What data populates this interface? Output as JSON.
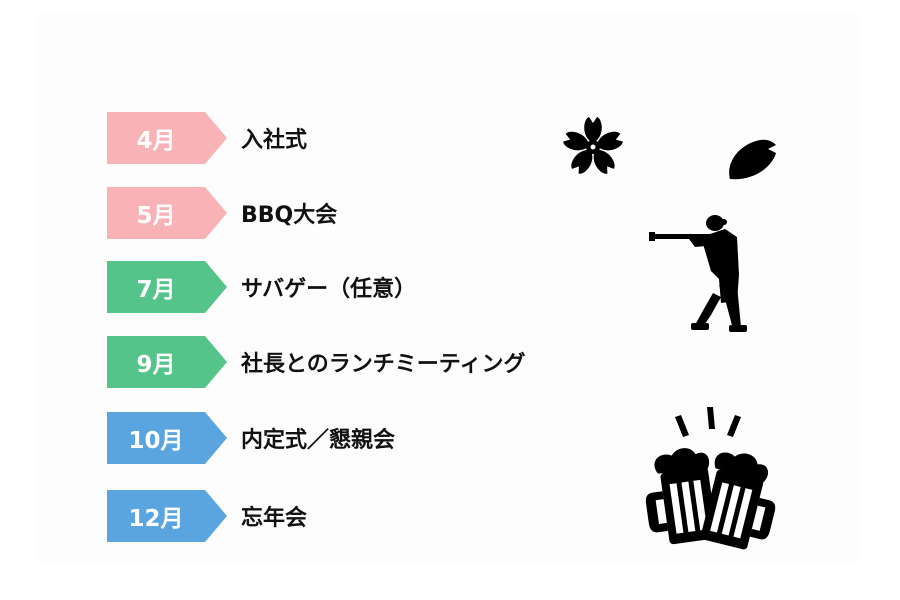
{
  "colors": {
    "pink": "#f9b3b6",
    "green": "#55c48a",
    "blue": "#5aa4e0",
    "icon": "#000000"
  },
  "events": [
    {
      "month": "4月",
      "label": "入社式",
      "color": "pink"
    },
    {
      "month": "5月",
      "label": "BBQ大会",
      "color": "pink"
    },
    {
      "month": "7月",
      "label": "サバゲー（任意）",
      "color": "green"
    },
    {
      "month": "9月",
      "label": "社長とのランチミーティング",
      "color": "green"
    },
    {
      "month": "10月",
      "label": "内定式／懇親会",
      "color": "blue"
    },
    {
      "month": "12月",
      "label": "忘年会",
      "color": "blue"
    }
  ],
  "icons": [
    "cherry-blossom-icon",
    "petal-icon",
    "soldier-icon",
    "beer-toast-icon"
  ]
}
